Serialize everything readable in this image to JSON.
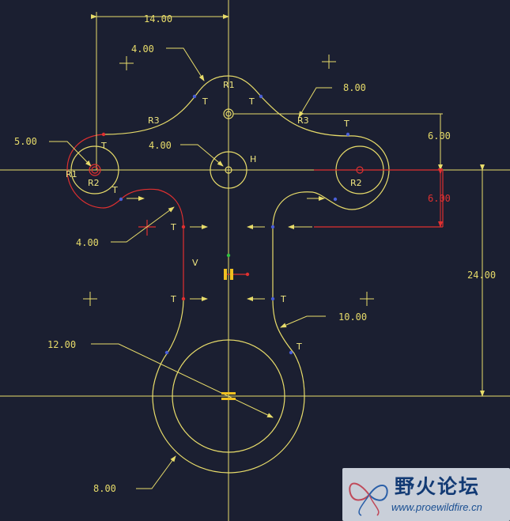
{
  "colors": {
    "background": "#1b1f31",
    "geometry": "#e8dc6a",
    "highlight": "#e03030",
    "vertex": "#4a5fd8"
  },
  "dimensions": {
    "top_width": "14.00",
    "top_arc_radius": "4.00",
    "right_arc_radius": "8.00",
    "left_circle": "5.00",
    "center_circle": "4.00",
    "left_slot_radius": "4.00",
    "upper_offset": "6.00",
    "red_offset": "6.00",
    "vertical_height": "24.00",
    "right_fillet": "10.00",
    "bottom_circle": "12.00",
    "bottom_arc": "8.00"
  },
  "constraints": {
    "r1": "R1",
    "r2": "R2",
    "r3": "R3",
    "t": "T",
    "h": "H",
    "v": "V"
  },
  "watermark": {
    "title": "野火论坛",
    "url": "www.proewildfire.cn"
  }
}
